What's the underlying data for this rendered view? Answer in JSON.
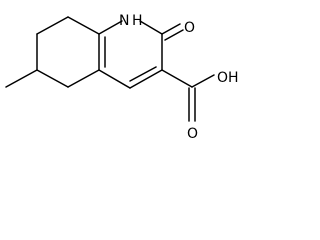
{
  "atoms": {
    "nh": "N",
    "nh_h": "H",
    "carbonyl_o": "O",
    "acid_oh": "OH",
    "acid_o": "O"
  },
  "colors": {
    "bond": "#000000",
    "label": "#000000",
    "background": "#ffffff"
  }
}
